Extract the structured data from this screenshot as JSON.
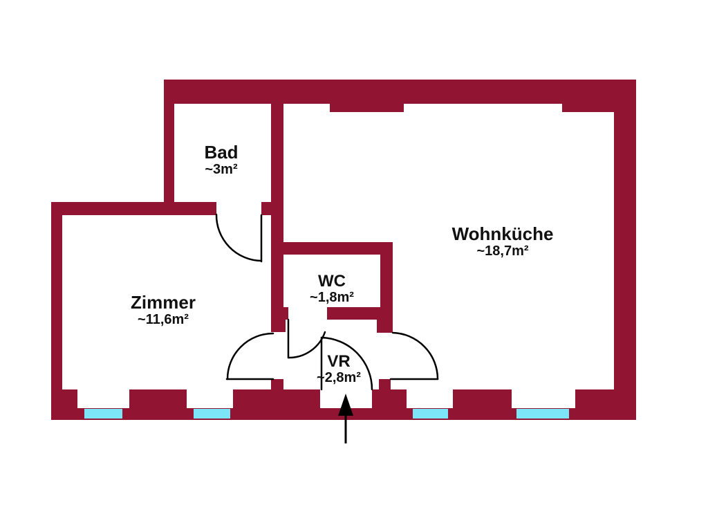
{
  "colors": {
    "wall": "#911532",
    "window": "#7DE5F8",
    "door_line": "#000000",
    "text": "#111111",
    "background": "#FFFFFF"
  },
  "rooms": {
    "bad": {
      "name": "Bad",
      "area": "~3m²"
    },
    "wohnkueche": {
      "name": "Wohnküche",
      "area": "~18,7m²"
    },
    "zimmer": {
      "name": "Zimmer",
      "area": "~11,6m²"
    },
    "wc": {
      "name": "WC",
      "area": "~1,8m²"
    },
    "vr": {
      "name": "VR",
      "area": "~2,8m²"
    }
  },
  "icons": {
    "entrance_arrow": "↑"
  }
}
